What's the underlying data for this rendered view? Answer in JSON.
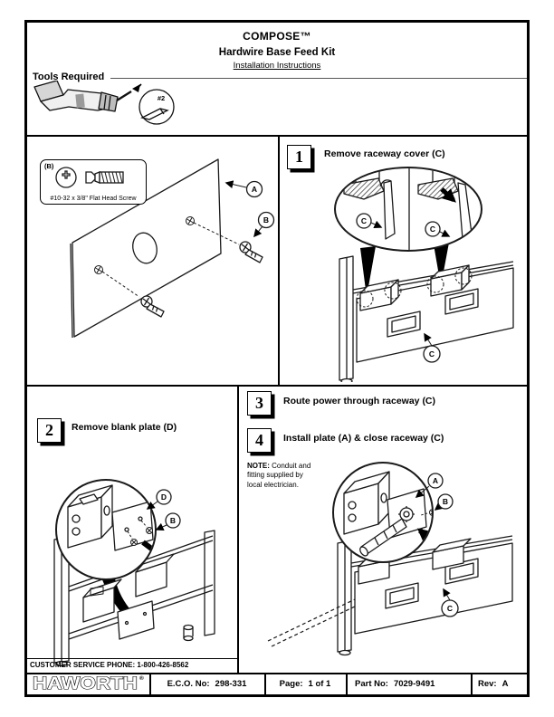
{
  "header": {
    "title": "COMPOSE™",
    "subtitle": "Hardwire Base Feed Kit",
    "instructions": "Installation Instructions"
  },
  "tools": {
    "heading": "Tools Required",
    "bit_label": "#2"
  },
  "parts_panel": {
    "tag": "(B)",
    "screw_spec": "#10-32 x 3/8\" Flat Head Screw"
  },
  "callouts": {
    "a": "A",
    "b": "B",
    "c": "C",
    "d": "D"
  },
  "steps": {
    "s1": {
      "num": "1",
      "label": "Remove raceway cover (C)"
    },
    "s2": {
      "num": "2",
      "label": "Remove blank plate (D)"
    },
    "s3": {
      "num": "3",
      "label": "Route power through raceway (C)"
    },
    "s4": {
      "num": "4",
      "label": "Install plate (A) & close raceway (C)"
    }
  },
  "note": {
    "label": "NOTE:",
    "text": "Conduit and\nfitting supplied by\nlocal electrician."
  },
  "footer": {
    "customer_service": "CUSTOMER SERVICE PHONE: 1-800-426-8562",
    "brand": "HAWORTH",
    "registered": "®",
    "eco": {
      "label": "E.C.O. No:",
      "value": "298-331"
    },
    "page": {
      "label": "Page:",
      "value": "1 of 1"
    },
    "part": {
      "label": "Part No:",
      "value": "7029-9491"
    },
    "rev": {
      "label": "Rev:",
      "value": "A"
    }
  }
}
